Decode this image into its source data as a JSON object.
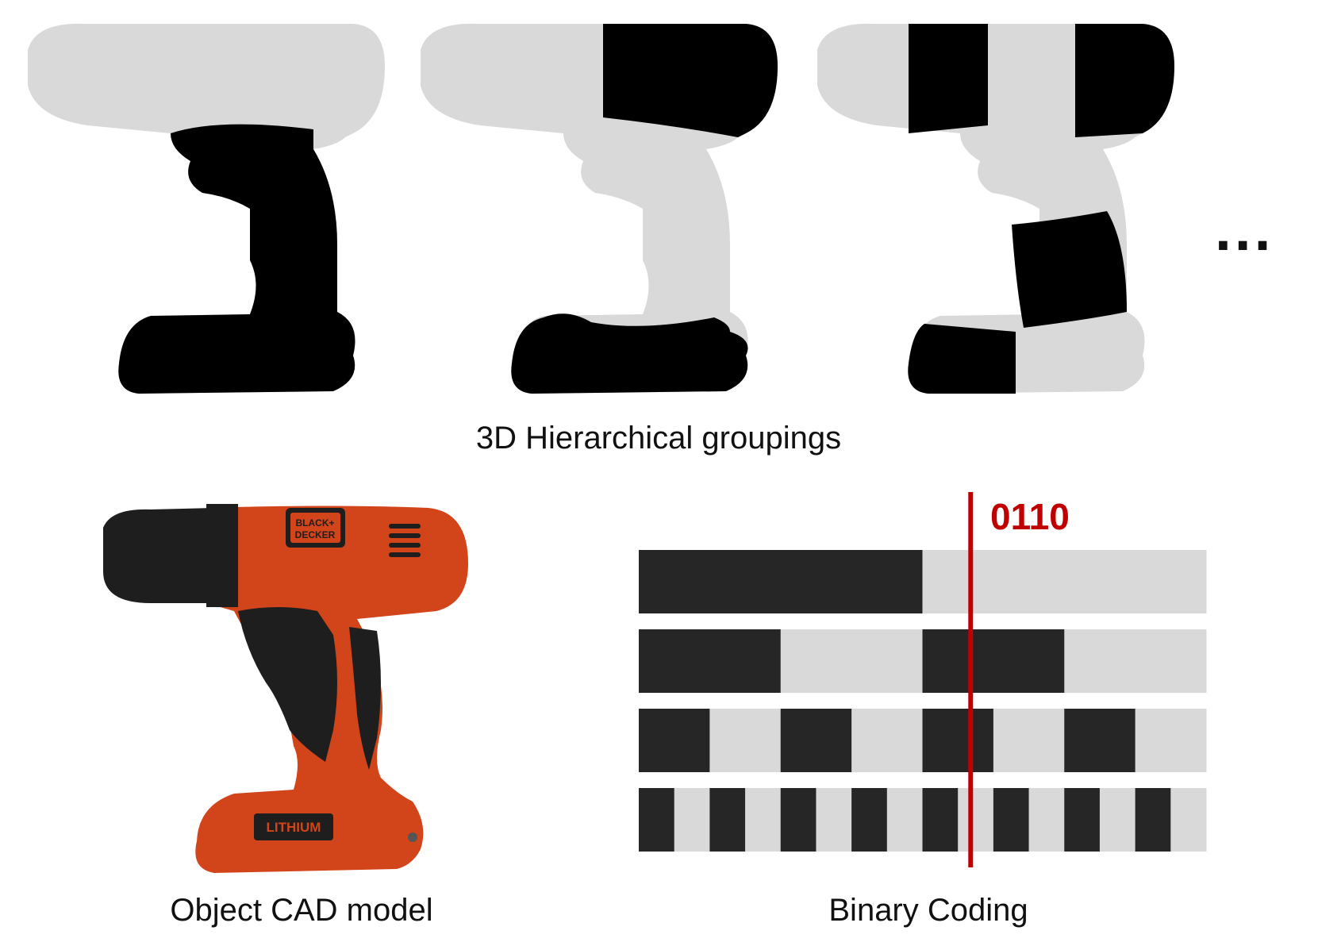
{
  "colors": {
    "light_group": "#d9d9d9",
    "dark_group": "#000000",
    "bar_dark": "#262626",
    "bar_light": "#d9d9d9",
    "marker": "#c00000",
    "drill_orange": "#d2441a",
    "drill_black": "#1e1e1e"
  },
  "groupings": {
    "caption": "3D Hierarchical groupings",
    "continuation": "...",
    "levels": [
      {
        "dark_parts": [
          "handle",
          "base"
        ]
      },
      {
        "dark_parts": [
          "rear-motor",
          "base-front"
        ]
      },
      {
        "dark_parts": [
          "chuck",
          "rear-motor",
          "lower-handle",
          "base-front"
        ]
      }
    ]
  },
  "cad_model": {
    "caption": "Object CAD model",
    "logo_text": [
      "BLACK+",
      "DECKER"
    ],
    "battery_text": "LITHIUM"
  },
  "binary_coding": {
    "caption": "Binary Coding",
    "selected_code": "0110",
    "levels": 4,
    "marker_fraction": 0.585
  }
}
